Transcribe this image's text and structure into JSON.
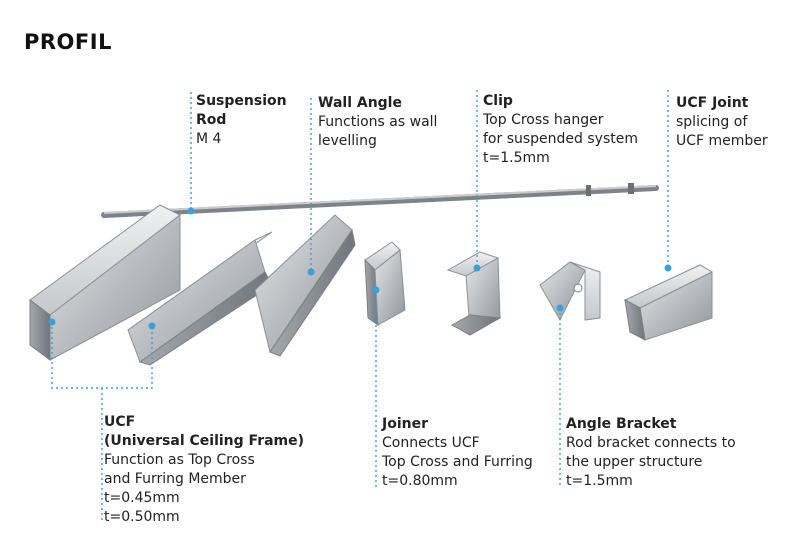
{
  "title": "PROFIL",
  "accent_color": "#3aa0d8",
  "components": [
    {
      "id": "suspension-rod",
      "name": "Suspension Rod",
      "name_lines": [
        "Suspension",
        "Rod"
      ],
      "lines": [
        "M 4"
      ]
    },
    {
      "id": "wall-angle",
      "name": "Wall Angle",
      "lines": [
        "Functions as wall",
        "levelling"
      ]
    },
    {
      "id": "clip",
      "name": "Clip",
      "lines": [
        "Top Cross hanger",
        "for suspended system",
        "t=1.5mm"
      ]
    },
    {
      "id": "ucf-joint",
      "name": "UCF Joint",
      "lines": [
        "splicing of",
        "UCF member"
      ]
    },
    {
      "id": "ucf",
      "name": "UCF",
      "name_lines": [
        "UCF",
        "(Universal Ceiling Frame)"
      ],
      "lines": [
        "Function as Top Cross",
        "and Furring Member",
        "t=0.45mm",
        "t=0.50mm"
      ]
    },
    {
      "id": "joiner",
      "name": "Joiner",
      "lines": [
        "Connects UCF",
        "Top Cross and Furring",
        "t=0.80mm"
      ]
    },
    {
      "id": "angle-bracket",
      "name": "Angle Bracket",
      "lines": [
        "Rod bracket connects to",
        "the upper structure",
        "t=1.5mm"
      ]
    }
  ]
}
